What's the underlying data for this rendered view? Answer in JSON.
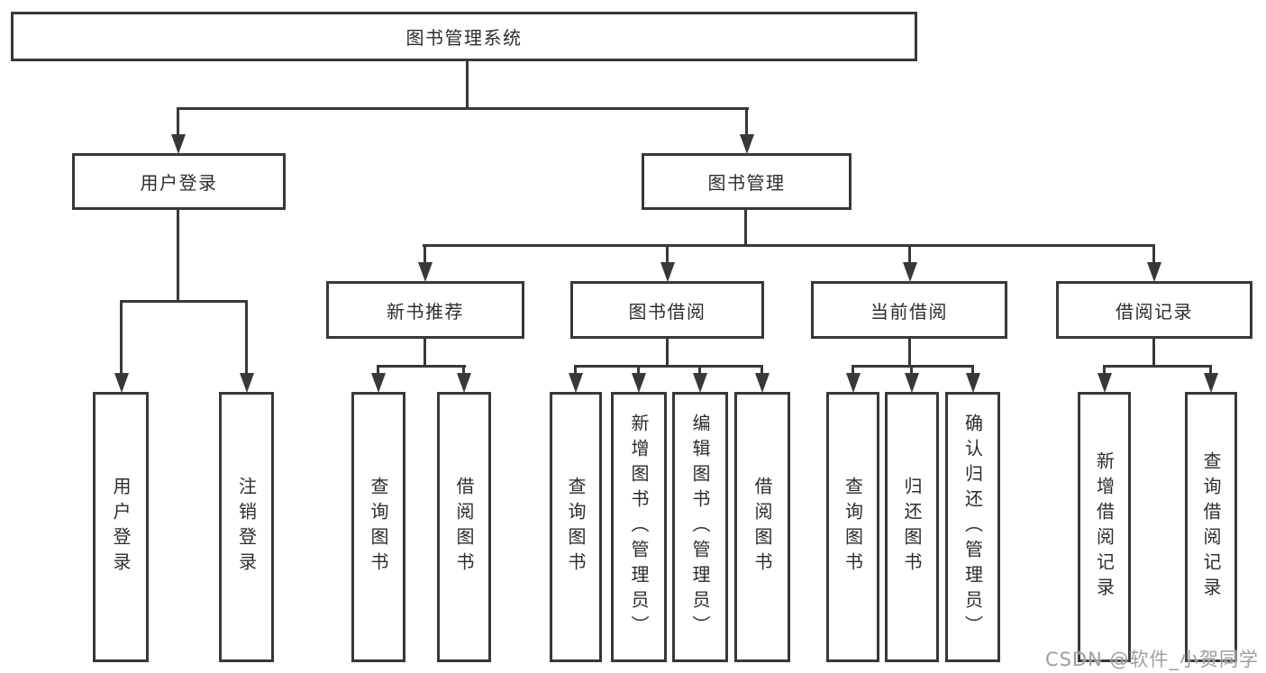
{
  "diagram_title": "图书管理系统",
  "tree": {
    "label": "图书管理系统",
    "children": [
      {
        "label": "用户登录",
        "children": [
          {
            "label": "用户登录"
          },
          {
            "label": "注销登录"
          }
        ]
      },
      {
        "label": "图书管理",
        "children": [
          {
            "label": "新书推荐",
            "children": [
              {
                "label": "查询图书"
              },
              {
                "label": "借阅图书"
              }
            ]
          },
          {
            "label": "图书借阅",
            "children": [
              {
                "label": "查询图书"
              },
              {
                "label": "新增图书（管理员）"
              },
              {
                "label": "编辑图书（管理员）"
              },
              {
                "label": "借阅图书"
              }
            ]
          },
          {
            "label": "当前借阅",
            "children": [
              {
                "label": "查询图书"
              },
              {
                "label": "归还图书"
              },
              {
                "label": "确认归还（管理员）"
              }
            ]
          },
          {
            "label": "借阅记录",
            "children": [
              {
                "label": "新增借阅记录"
              },
              {
                "label": "查询借阅记录"
              }
            ]
          }
        ]
      }
    ]
  },
  "watermark": {
    "text": "CSDN @软件_小贺同学"
  },
  "colors": {
    "line": "#383838",
    "text": "#2d2d2d",
    "box_background": "#ffffff",
    "watermark": "#969696",
    "background": "#ffffff"
  }
}
